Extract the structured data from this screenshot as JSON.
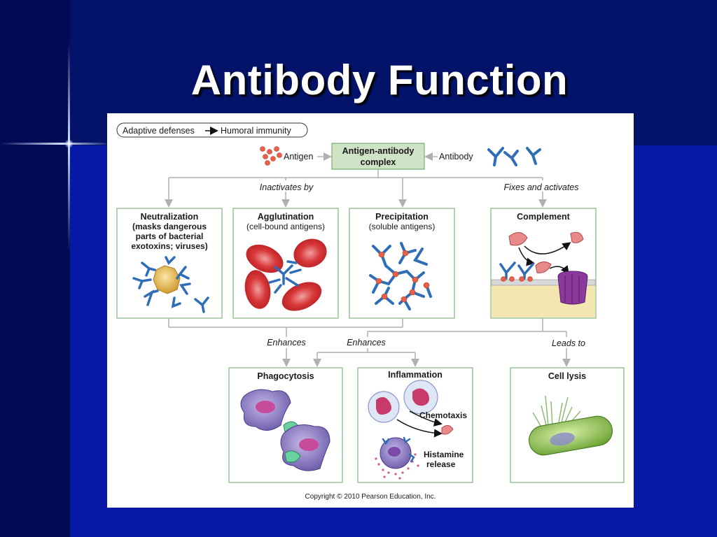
{
  "slide": {
    "title": "Antibody Function"
  },
  "diagram": {
    "breadcrumb": {
      "part1": "Adaptive defenses",
      "part2": "Humoral immunity"
    },
    "antigen_label": "Antigen",
    "antibody_label": "Antibody",
    "complex": {
      "line1": "Antigen-antibody",
      "line2": "complex"
    },
    "inactivates_by": "Inactivates by",
    "fixes_and_activates": "Fixes and activates",
    "neutralization": {
      "title": "Neutralization",
      "lines": [
        "(masks dangerous",
        "parts of bacterial",
        "exotoxins; viruses)"
      ]
    },
    "agglutination": {
      "title": "Agglutination",
      "lines": [
        "(cell-bound antigens)"
      ]
    },
    "precipitation": {
      "title": "Precipitation",
      "lines": [
        "(soluble antigens)"
      ]
    },
    "complement": {
      "title": "Complement"
    },
    "enhances_1": "Enhances",
    "enhances_2": "Enhances",
    "leads_to": "Leads to",
    "phagocytosis": {
      "title": "Phagocytosis"
    },
    "inflammation": {
      "title": "Inflammation",
      "chemotaxis": "Chemotaxis",
      "histamine_line1": "Histamine",
      "histamine_line2": "release"
    },
    "cell_lysis": {
      "title": "Cell lysis"
    },
    "copyright": "Copyright © 2010 Pearson Education, Inc."
  },
  "colors": {
    "box_border": "#9cc29c",
    "complex_fill": "#cfe3c6",
    "antibody_blue": "#2f6db8",
    "rbc_red": "#d9383a",
    "arrow_gray": "#b0b0b0"
  }
}
